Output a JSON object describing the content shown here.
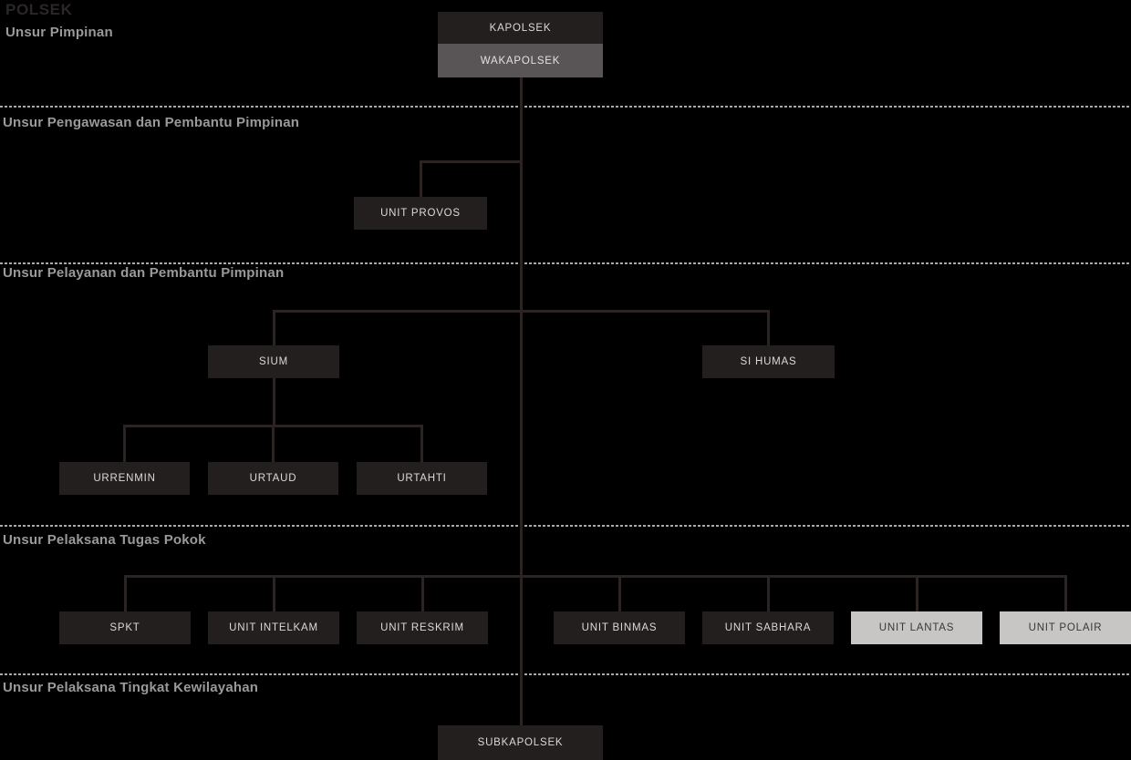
{
  "title": "POLSEK",
  "colors": {
    "background": "#000000",
    "box_dark": "#231f1e",
    "box_medium": "#595556",
    "box_light": "#c7c6c5",
    "connector_line": "#2b2422",
    "divider_dash": "#a9a9a9",
    "section_label": "#9b9999",
    "title": "#2b2726",
    "box_text_on_dark": "#dbd9d9",
    "box_text_on_light": "#3b3738"
  },
  "sections": {
    "pimpinan": {
      "label": "Unsur Pimpinan"
    },
    "pengawasan": {
      "label": "Unsur Pengawasan dan Pembantu Pimpinan"
    },
    "pelayanan": {
      "label": "Unsur Pelayanan dan Pembantu Pimpinan"
    },
    "pelaksana_pokok": {
      "label": "Unsur Pelaksana Tugas Pokok"
    },
    "kewilayahan": {
      "label": "Unsur Pelaksana Tingkat Kewilayahan"
    }
  },
  "nodes": {
    "kapolsek": {
      "label": "KAPOLSEK"
    },
    "wakapolsek": {
      "label": "WAKAPOLSEK"
    },
    "unit_provos": {
      "label": "UNIT PROVOS"
    },
    "sium": {
      "label": "SIUM"
    },
    "si_humas": {
      "label": "SI HUMAS"
    },
    "urrenmin": {
      "label": "URRENMIN"
    },
    "urtaud": {
      "label": "URTAUD"
    },
    "urtahti": {
      "label": "URTAHTI"
    },
    "spkt": {
      "label": "SPKT"
    },
    "unit_intelkam": {
      "label": "UNIT INTELKAM"
    },
    "unit_reskrim": {
      "label": "UNIT RESKRIM"
    },
    "unit_binmas": {
      "label": "UNIT BINMAS"
    },
    "unit_sabhara": {
      "label": "UNIT SABHARA"
    },
    "unit_lantas": {
      "label": "UNIT LANTAS"
    },
    "unit_polair": {
      "label": "UNIT POLAIR"
    },
    "subkapolsek": {
      "label": "SUBKAPOLSEK"
    }
  }
}
